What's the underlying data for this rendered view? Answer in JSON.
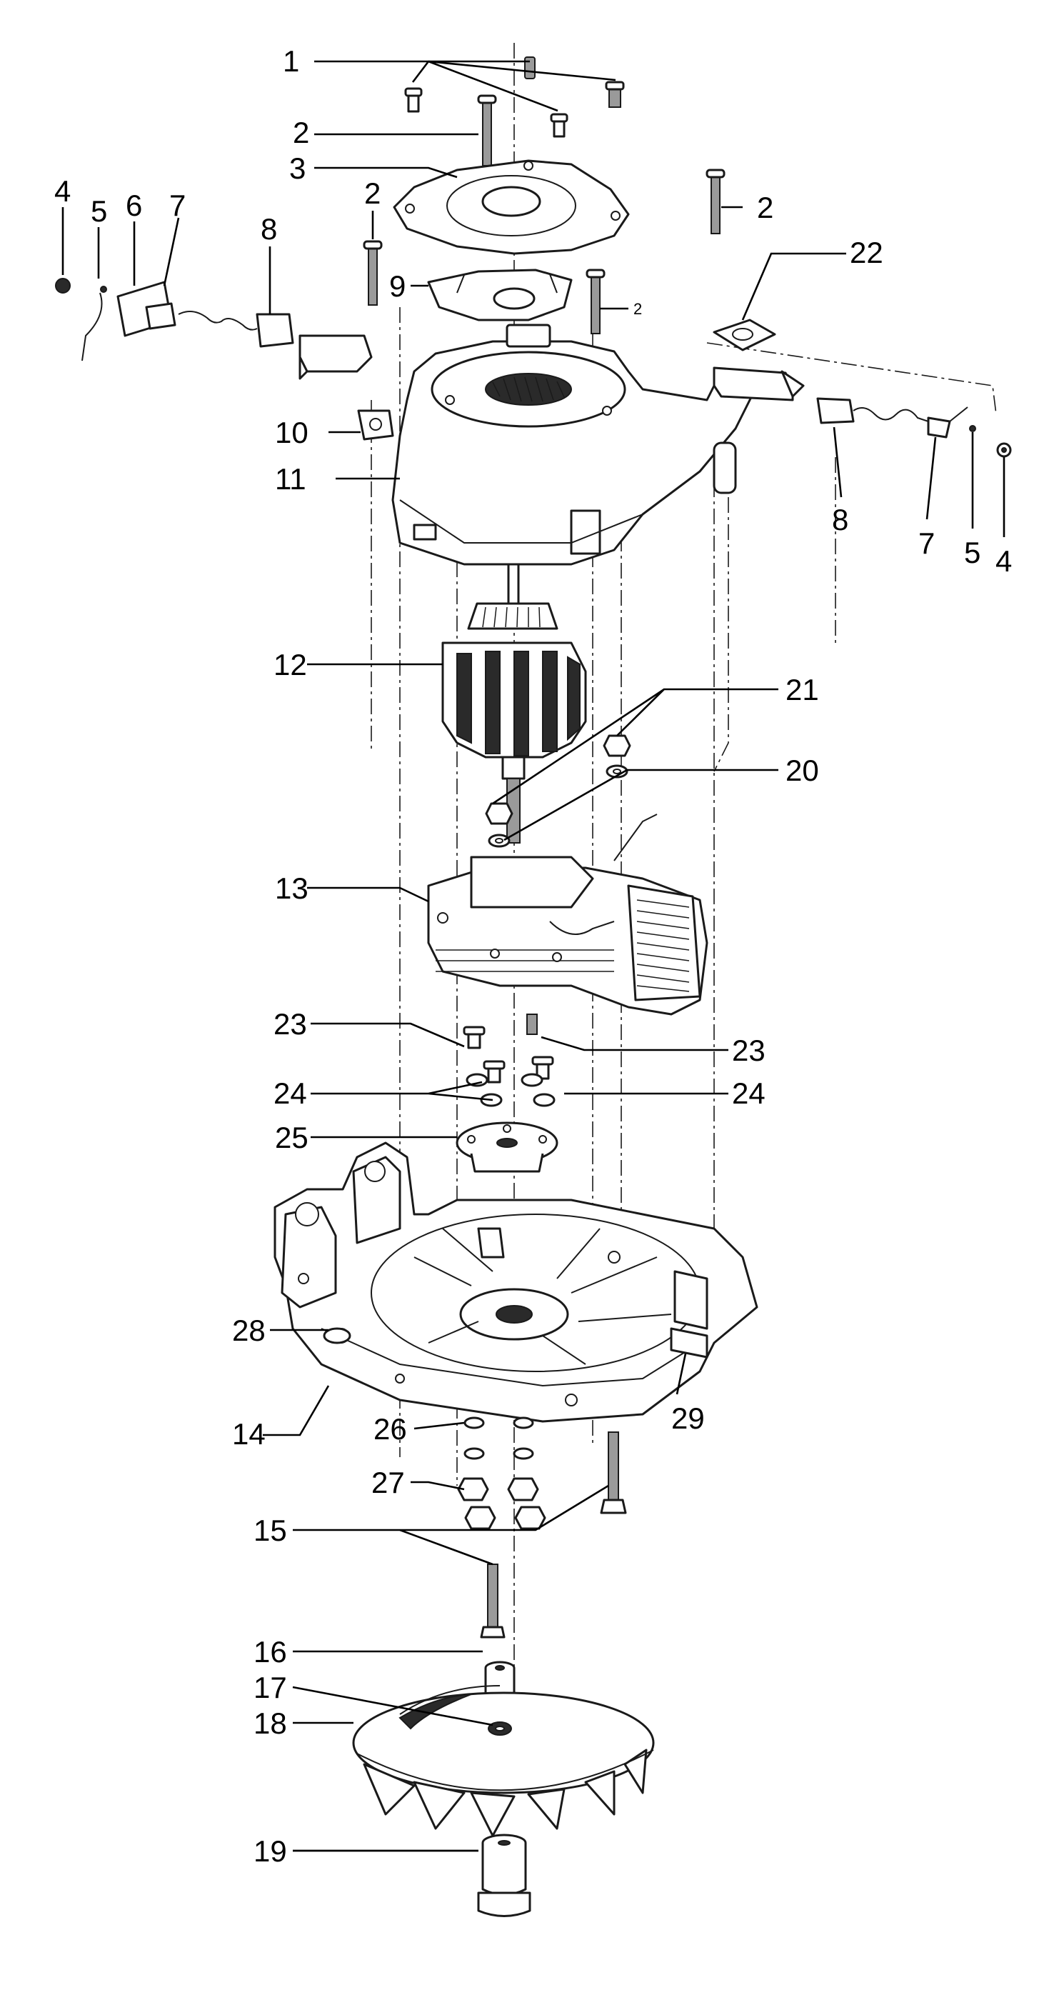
{
  "labels": {
    "l1": "1",
    "l2a": "2",
    "l2b": "2",
    "l2c": "2",
    "l2d": "2",
    "l3": "3",
    "l4a": "4",
    "l4b": "4",
    "l5a": "5",
    "l5b": "5",
    "l6": "6",
    "l7a": "7",
    "l7b": "7",
    "l8a": "8",
    "l8b": "8",
    "l9": "9",
    "l10": "10",
    "l11": "11",
    "l12": "12",
    "l13": "13",
    "l14": "14",
    "l15": "15",
    "l16": "16",
    "l17": "17",
    "l18": "18",
    "l19": "19",
    "l20": "20",
    "l21": "21",
    "l22": "22",
    "l23a": "23",
    "l23b": "23",
    "l24a": "24",
    "l24b": "24",
    "l25": "25",
    "l26": "26",
    "l27": "27",
    "l28": "28",
    "l29": "29"
  }
}
